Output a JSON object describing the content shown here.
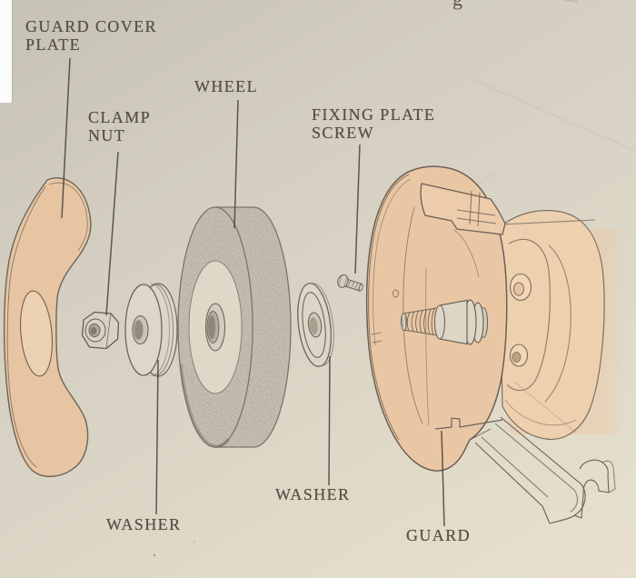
{
  "page": {
    "cropped_header_text": "g",
    "colors": {
      "paper": "#d8d3c6",
      "ink": "#6b6256",
      "peach_wash": "#e9c7a5",
      "label_text": "#564f43"
    }
  },
  "diagram": {
    "labels": {
      "guard_cover_plate": {
        "line1": "GUARD COVER",
        "line2": "PLATE"
      },
      "clamp_nut": {
        "line1": "CLAMP",
        "line2": "NUT"
      },
      "wheel": {
        "line1": "WHEEL"
      },
      "fixing_plate_screw": {
        "line1": "FIXING PLATE",
        "line2": "SCREW"
      },
      "washer_left": {
        "line1": "WASHER"
      },
      "washer_right": {
        "line1": "WASHER"
      },
      "guard": {
        "line1": "GUARD"
      }
    }
  }
}
